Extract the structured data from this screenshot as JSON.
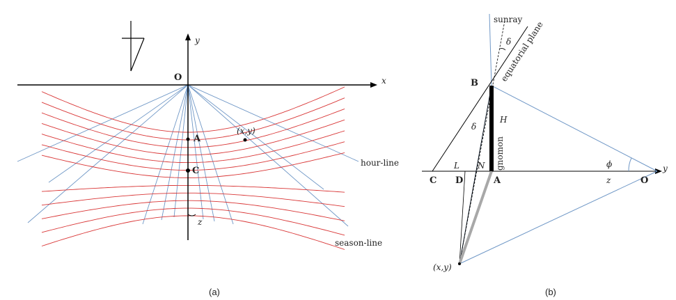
{
  "panel_a": {
    "caption": "(a)",
    "labels": {
      "origin": "O",
      "x_axis": "x",
      "y_axis": "y",
      "point_a": "A",
      "point_c": "C",
      "point_xy": "(x,y)",
      "z": "z",
      "hour_line": "hour-line",
      "season_line": "season-line"
    },
    "colors": {
      "season": "#d93636",
      "hour": "#6f97c6",
      "axis": "#000000"
    },
    "hour_line_count": 12,
    "season_line_count": 12
  },
  "panel_b": {
    "caption": "(b)",
    "labels": {
      "sunray": "sunray",
      "equatorial_plane": "equatorial plane",
      "delta_top": "δ",
      "delta_mid": "δ",
      "point_b": "B",
      "h": "H",
      "gnomon": "gnomon",
      "point_c": "C",
      "point_d": "D",
      "point_a": "A",
      "point_o": "O",
      "l": "L",
      "n": "N",
      "z": "z",
      "phi": "ϕ",
      "y_axis": "y",
      "point_xy": "(x,y)"
    },
    "colors": {
      "gnomon": "#000000",
      "shadow": "#a8a8a8",
      "construction": "#6f97c6",
      "line": "#000000"
    }
  }
}
